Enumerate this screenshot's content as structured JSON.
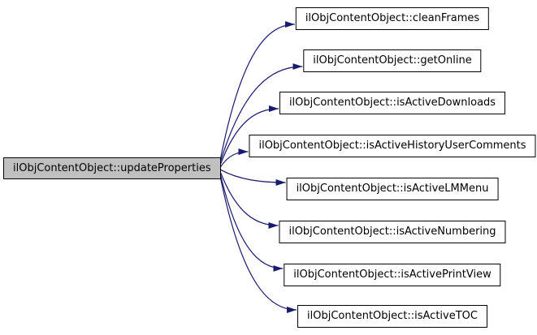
{
  "diagram": {
    "type": "call-graph",
    "source_node": {
      "label": "ilObjContentObject::updateProperties"
    },
    "called_functions": [
      "ilObjContentObject::cleanFrames",
      "ilObjContentObject::getOnline",
      "ilObjContentObject::isActiveDownloads",
      "ilObjContentObject::isActiveHistoryUserComments",
      "ilObjContentObject::isActiveLMMenu",
      "ilObjContentObject::isActiveNumbering",
      "ilObjContentObject::isActivePrintView",
      "ilObjContentObject::isActiveTOC"
    ],
    "colors": {
      "edge": "#191970",
      "node_border": "#000000",
      "source_fill": "#c0c0c0",
      "target_fill": "#ffffff",
      "text": "#000000",
      "background": "#ffffff"
    }
  }
}
